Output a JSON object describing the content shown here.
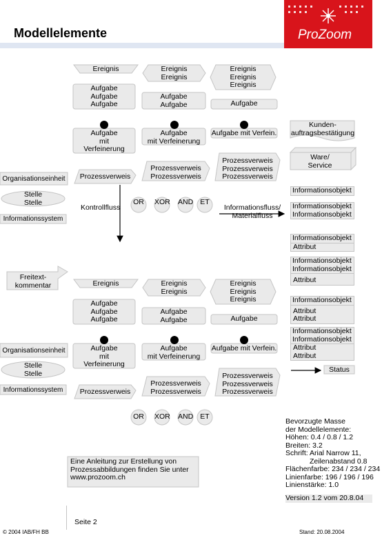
{
  "header": {
    "title": "Modellelemente",
    "logo": "ProZoom"
  },
  "events": {
    "single": "Ereignis",
    "double": "Ereignis\nEreignis",
    "triple": "Ereignis\nEreignis\nEreignis"
  },
  "tasks": {
    "triple": "Aufgabe\nAufgabe\nAufgabe",
    "double": "Aufgabe\nAufgabe",
    "single": "Aufgabe"
  },
  "refined": {
    "stacked": "Aufgabe\nmit\nVerfeinerung",
    "two_line": "Aufgabe\nmit Verfeinerung",
    "inline": "Aufgabe mit Verfein."
  },
  "customer": {
    "doc": "Kunden-\nauftragsbestätigung",
    "service": "Ware/\nService"
  },
  "org": {
    "unit": "Organisationseinheit",
    "roles": "Stelle\nStelle",
    "system": "Informationssystem"
  },
  "process": {
    "single": "Prozessverweis",
    "double": "Prozessverweis\nProzessverweis",
    "triple": "Prozessverweis\nProzessverweis\nProzessverweis"
  },
  "connectors": {
    "or": "OR",
    "xor": "XOR",
    "and": "AND",
    "et": "ET"
  },
  "flow": {
    "control": "Kontrollfluss",
    "info_material": "Informationsfluss/\nMaterialfluss"
  },
  "info_objects": {
    "one": "Informationsobjekt",
    "two": "Informationsobjekt\nInformationsobjekt",
    "attr": "Attribut",
    "attr2": "Attribut\nAttribut"
  },
  "freetext": "Freitext-\nkommentar",
  "status": "Status",
  "guide": "Eine Anleitung zur Erstellung von\nProzessabbildungen finden Sie unter\nwww.prozoom.ch",
  "dimensions": "Bevorzugte Masse\nder Modellelemente:\nHöhen: 0.4 / 0.8 / 1.2\nBreiten: 3.2\nSchrift: Arial Narrow 11,\n            Zeilenabstand 0.8\nFlächenfarbe: 234 / 234 / 234\nLinienfarbe: 196 / 196 / 196\nLinienstärke: 1.0",
  "version": "Version 1.2 vom 20.8.04",
  "footer": {
    "copyright": "© 2004 IAB/FH BB",
    "page": "Seite 2",
    "date": "Stand: 20.08.2004"
  }
}
